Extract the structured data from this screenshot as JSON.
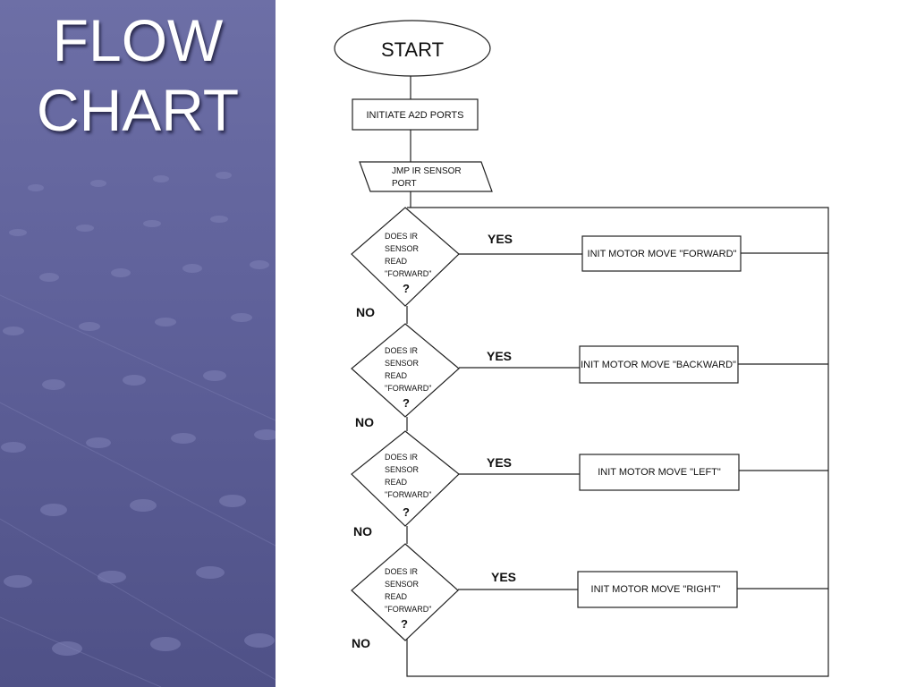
{
  "slide": {
    "title_line1": "FLOW",
    "title_line2": "CHART"
  },
  "flowchart": {
    "start": "START",
    "init": "INITIATE A2D PORTS",
    "jmp_line1": "JMP IR SENSOR",
    "jmp_line2": "PORT",
    "decisions": [
      {
        "line1": "DOES IR",
        "line2": "SENSOR",
        "line3": "READ",
        "line4": "\"FORWARD\"",
        "q": "?",
        "yes": "YES",
        "no": "NO",
        "action": "INIT MOTOR MOVE \"FORWARD\""
      },
      {
        "line1": "DOES IR",
        "line2": "SENSOR",
        "line3": "READ",
        "line4": "\"FORWARD\"",
        "q": "?",
        "yes": "YES",
        "no": "NO",
        "action": "INIT MOTOR MOVE \"BACKWARD\""
      },
      {
        "line1": "DOES IR",
        "line2": "SENSOR",
        "line3": "READ",
        "line4": "\"FORWARD\"",
        "q": "?",
        "yes": "YES",
        "no": "NO",
        "action": "INIT MOTOR MOVE \"LEFT\""
      },
      {
        "line1": "DOES IR",
        "line2": "SENSOR",
        "line3": "READ",
        "line4": "\"FORWARD\"",
        "q": "?",
        "yes": "YES",
        "no": "NO",
        "action": "INIT MOTOR MOVE \"RIGHT\""
      }
    ]
  }
}
